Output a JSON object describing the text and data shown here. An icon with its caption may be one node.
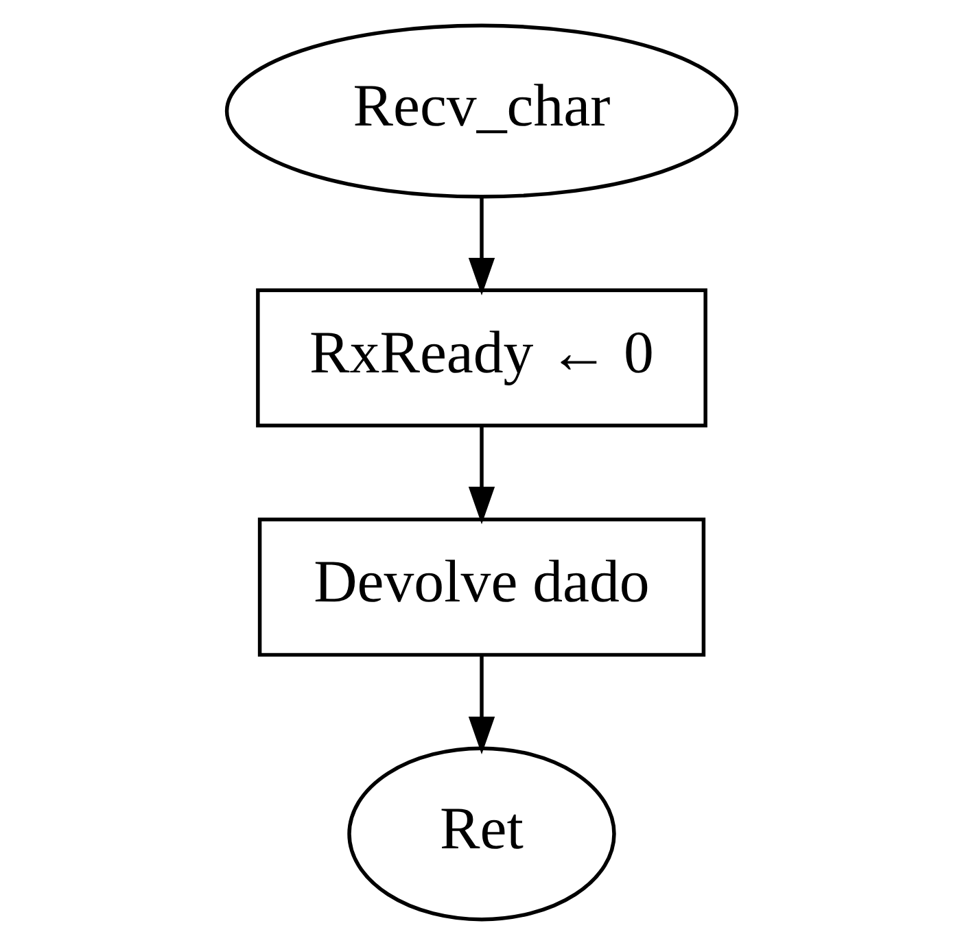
{
  "diagram": {
    "nodes": [
      {
        "text": [
          "Recv_char"
        ]
      },
      {
        "text": [
          "RxReady ← 0"
        ]
      },
      {
        "text": [
          "Devolve dado"
        ]
      },
      {
        "text": [
          "Ret"
        ]
      }
    ],
    "edges": [
      {
        "from": 0,
        "to": 1,
        "arrow": "to"
      },
      {
        "from": 1,
        "to": 2,
        "arrow": "to"
      },
      {
        "from": 2,
        "to": 3,
        "arrow": "to"
      }
    ]
  }
}
